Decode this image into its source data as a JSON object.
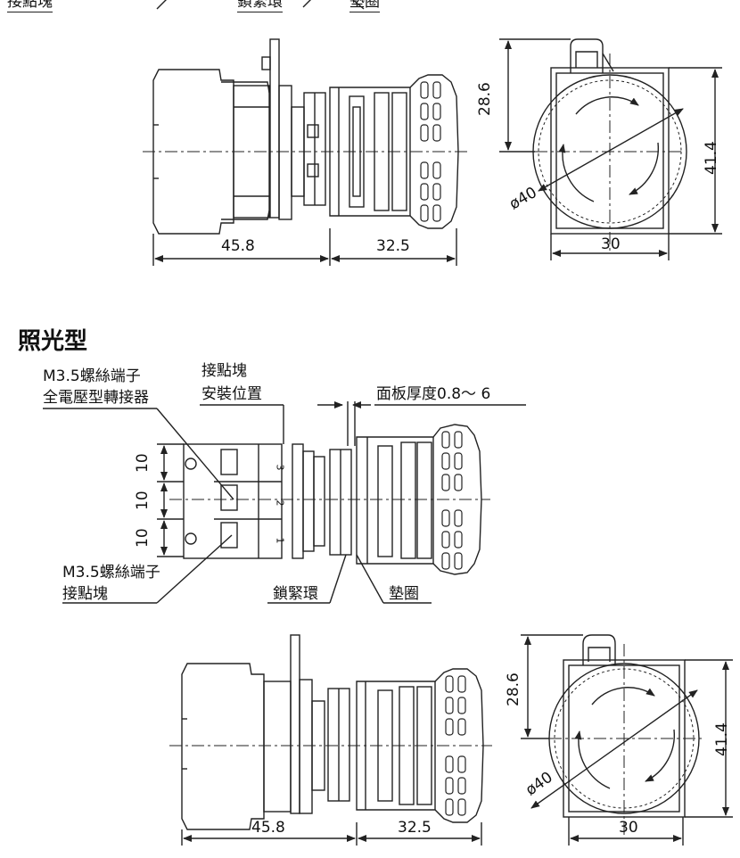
{
  "top_labels": {
    "contact_block": "接點塊",
    "lock_ring": "鎖緊環",
    "gasket": "墊圈"
  },
  "section_title": "照光型",
  "labels": {
    "m35_adapter_line1": "M3.5螺絲端子",
    "m35_adapter_line2": "全電壓型轉接器",
    "contact_mount_line1": "接點塊",
    "contact_mount_line2": "安裝位置",
    "panel_thickness": "面板厚度0.8～ 6",
    "m35_contact_line1": "M3.5螺絲端子",
    "m35_contact_line2": "接點塊",
    "lock_ring": "鎖緊環",
    "gasket": "墊圈"
  },
  "dimensions": {
    "body_length": "45.8",
    "head_length": "32.5",
    "height_above": "28.6",
    "total_height": "41.4",
    "diameter": "ø40",
    "width": "30",
    "pitch": "10"
  },
  "terminal_numbers": [
    "3",
    "2",
    "1"
  ]
}
